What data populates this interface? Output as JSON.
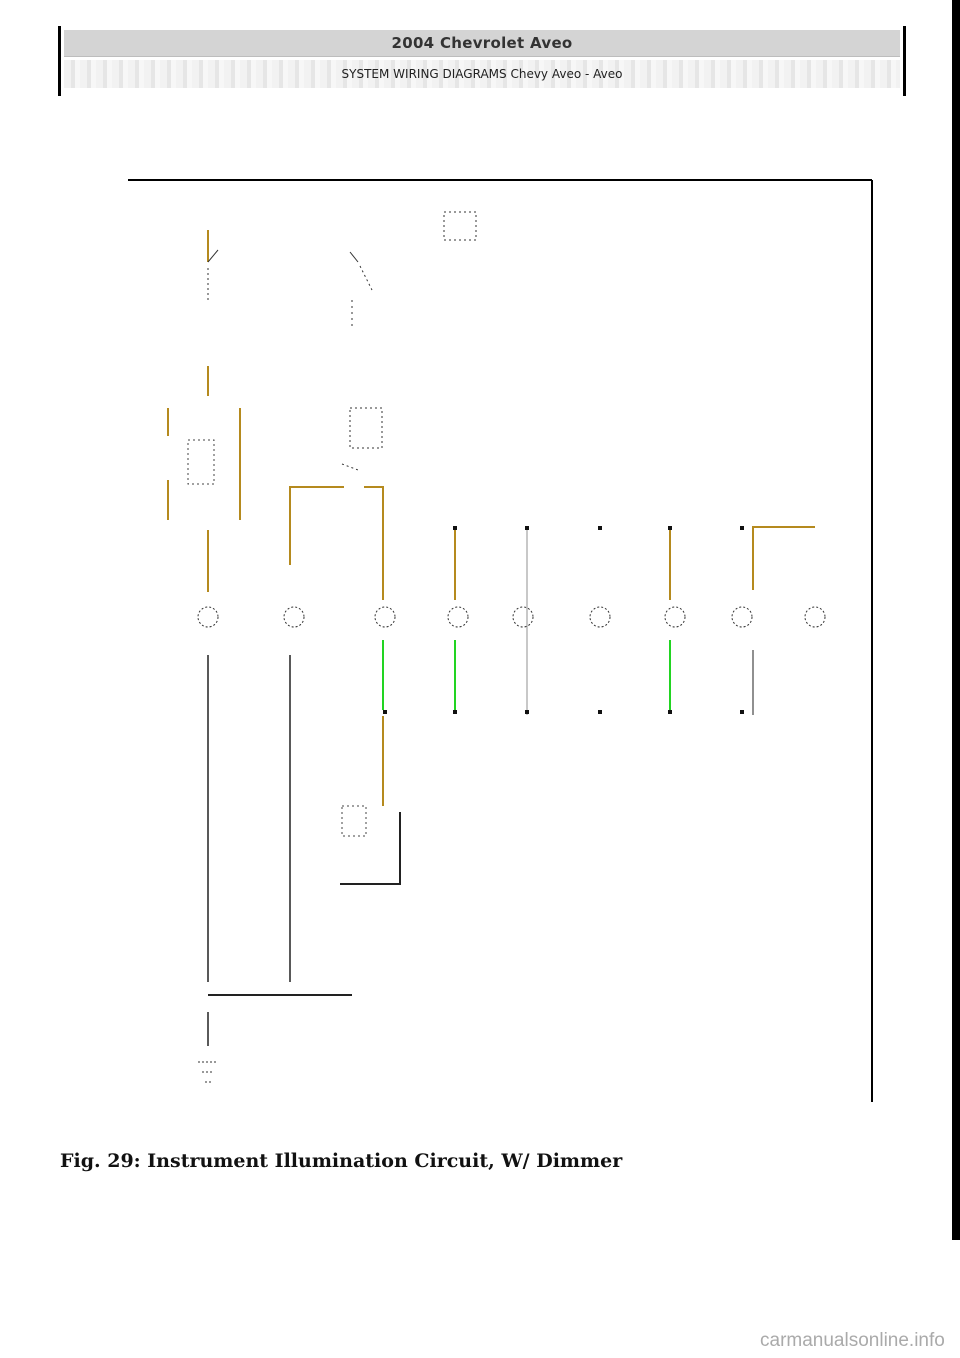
{
  "header": {
    "title": "2004 Chevrolet Aveo",
    "subtitle": "SYSTEM WIRING DIAGRAMS Chevy Aveo - Aveo"
  },
  "caption": "Fig. 29: Instrument Illumination Circuit, W/ Dimmer",
  "watermark": "carmanualsonline.info",
  "colors": {
    "tan_wire": "#b58a1e",
    "green_wire": "#22d422",
    "gray_wire": "#c8c8c8",
    "black_wire": "#222222",
    "background": "#ffffff"
  }
}
